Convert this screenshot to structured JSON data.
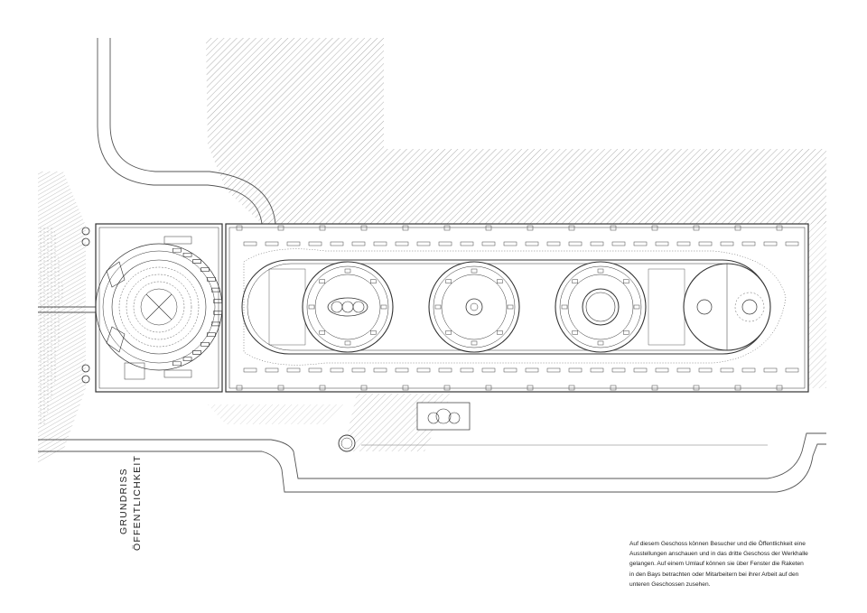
{
  "title": {
    "line1": "GRUNDRISS",
    "line2": "ÖFFENTLICHKEIT"
  },
  "description": {
    "lines": [
      "Auf diesem Geschoss können Besucher und die Öffentlichkeit eine",
      "Ausstellungen anschauen und in das dritte Geschoss der Werkhalle",
      "gelangen. Auf einem Umlauf können sie über Fenster die Raketen",
      "in den Bays betrachten oder Mitarbeitern bei ihrer Arbeit auf den",
      "unteren Geschossen zusehen."
    ]
  },
  "colors": {
    "line": "#333333",
    "hatch": "#9a9a9a",
    "paper": "#ffffff"
  }
}
